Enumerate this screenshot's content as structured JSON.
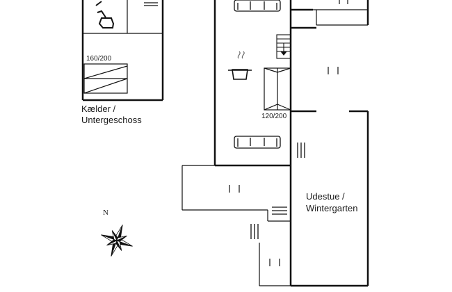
{
  "rooms": {
    "basement": [
      "Kælder /",
      "Untergeschoss"
    ],
    "sunroom": [
      "Udestue /",
      "Wintergarten"
    ]
  },
  "beds": {
    "basement": "160/200",
    "main": "120/200"
  },
  "compass": {
    "north": "N"
  },
  "icons": [
    "toilet-icon",
    "sofa-icon",
    "cooking-pot-icon",
    "stairs-icon",
    "double-bed-icon",
    "single-bed-icon",
    "window-marker-icon",
    "compass-rose-icon"
  ]
}
